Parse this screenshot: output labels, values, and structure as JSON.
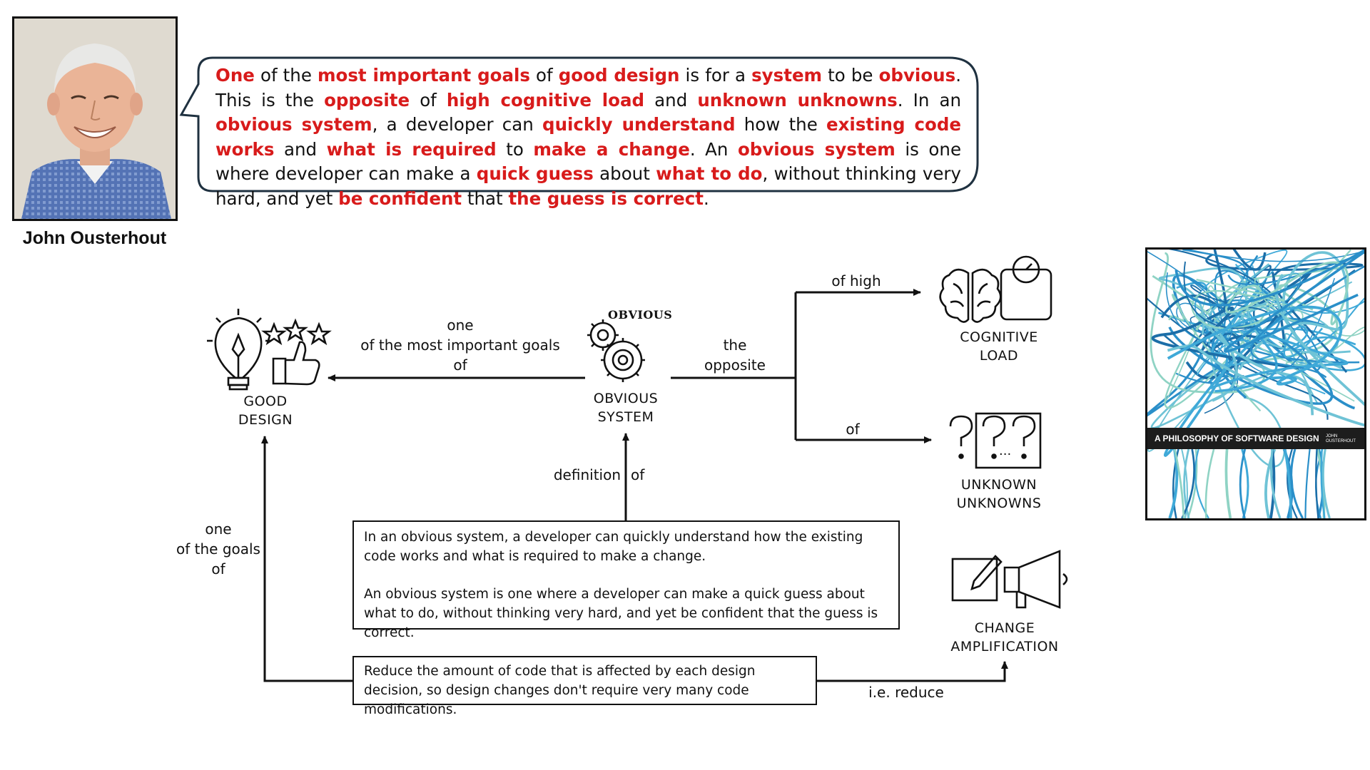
{
  "portrait": {
    "name": "John Ousterhout"
  },
  "quote": {
    "segments": [
      {
        "t": "One",
        "h": true
      },
      {
        "t": " of the ",
        "h": false
      },
      {
        "t": "most important goals",
        "h": true
      },
      {
        "t": " of ",
        "h": false
      },
      {
        "t": "good design",
        "h": true
      },
      {
        "t": " is for a ",
        "h": false
      },
      {
        "t": "system",
        "h": true
      },
      {
        "t": " to be ",
        "h": false
      },
      {
        "t": "obvious",
        "h": true
      },
      {
        "t": ". This is the ",
        "h": false
      },
      {
        "t": "opposite",
        "h": true
      },
      {
        "t": " of ",
        "h": false
      },
      {
        "t": "high cognitive load",
        "h": true
      },
      {
        "t": " and ",
        "h": false
      },
      {
        "t": "unknown unknowns",
        "h": true
      },
      {
        "t": ". In an ",
        "h": false
      },
      {
        "t": "obvious system",
        "h": true
      },
      {
        "t": ", a developer can ",
        "h": false
      },
      {
        "t": "quickly understand",
        "h": true
      },
      {
        "t": " how the ",
        "h": false
      },
      {
        "t": "existing code works",
        "h": true
      },
      {
        "t": " and ",
        "h": false
      },
      {
        "t": "what is required",
        "h": true
      },
      {
        "t": " to ",
        "h": false
      },
      {
        "t": "make a change",
        "h": true
      },
      {
        "t": ". An ",
        "h": false
      },
      {
        "t": "obvious system",
        "h": true
      },
      {
        "t": " is one where developer can make a ",
        "h": false
      },
      {
        "t": "quick guess",
        "h": true
      },
      {
        "t": " about ",
        "h": false
      },
      {
        "t": "what to do",
        "h": true
      },
      {
        "t": ", without thinking very hard, and yet ",
        "h": false
      },
      {
        "t": "be confident",
        "h": true
      },
      {
        "t": " that ",
        "h": false
      },
      {
        "t": "the guess is correct",
        "h": true
      },
      {
        "t": ".",
        "h": false
      }
    ]
  },
  "nodes": {
    "good_design": {
      "line1": "GOOD",
      "line2": "DESIGN"
    },
    "obvious_system": {
      "line1": "OBVIOUS",
      "line2": "SYSTEM",
      "badge": "OBVIOUS"
    },
    "cognitive_load": {
      "line1": "COGNITIVE",
      "line2": "LOAD"
    },
    "unknown_unknowns": {
      "line1": "UNKNOWN",
      "line2": "UNKNOWNS",
      "dots": "..."
    },
    "change_amplification": {
      "line1": "CHANGE",
      "line2": "AMPLIFICATION"
    }
  },
  "edges": {
    "obvious_to_good": {
      "line1": "one",
      "line2": "of the most important goals",
      "line3": "of"
    },
    "the_opposite": {
      "line1": "the",
      "line2": "opposite"
    },
    "of_high": "of high",
    "of": "of",
    "definition": "definition",
    "definition_of": "of",
    "reduce_to_good": {
      "line1": "one",
      "line2": "of the goals",
      "line3": "of"
    },
    "ie_reduce": "i.e. reduce"
  },
  "definition_box": {
    "p1": "In an obvious system, a developer can quickly understand how the existing code works and what is required to make a change.",
    "p2": "An obvious system is one where a developer can make a quick guess about what to do, without thinking very hard, and yet be confident that the guess is correct."
  },
  "reduce_box": {
    "text": "Reduce the amount of code that is affected by each design decision, so design changes don't require very many code modifications."
  },
  "book": {
    "title": "A PHILOSOPHY OF SOFTWARE DESIGN",
    "author_line1": "JOHN",
    "author_line2": "OUSTERHOUT"
  },
  "colors": {
    "highlight": "#d81b1b",
    "ink": "#111111",
    "book_lines": [
      "#2a8fc9",
      "#1c6ea8",
      "#6fc3d6",
      "#8fd3c4",
      "#3fa9d8"
    ]
  }
}
